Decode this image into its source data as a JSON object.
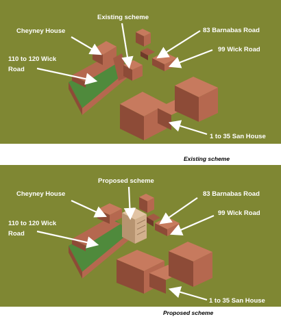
{
  "panels": [
    {
      "caption": "Existing scheme",
      "labels": {
        "scheme": "Existing  scheme",
        "cheyney": "Cheyney House",
        "barnabas": "83 Barnabas Road",
        "wick99": "99 Wick Road",
        "wick110_line1": "110 to 120 Wick",
        "wick110_line2": "Road",
        "san": "1 to 35 San House"
      }
    },
    {
      "caption": "Proposed scheme",
      "labels": {
        "scheme": "Proposed  scheme",
        "cheyney": "Cheyney House",
        "barnabas": "83 Barnabas Road",
        "wick99": "99 Wick Road",
        "wick110_line1": "110 to 120 Wick",
        "wick110_line2": "Road",
        "san": "1 to 35 San House"
      }
    }
  ],
  "colors": {
    "background": "#7f8733",
    "brick": "#b5684f",
    "brick_dark": "#8d4b37",
    "green_roof": "#4f8a3c",
    "label": "#ffffff"
  }
}
